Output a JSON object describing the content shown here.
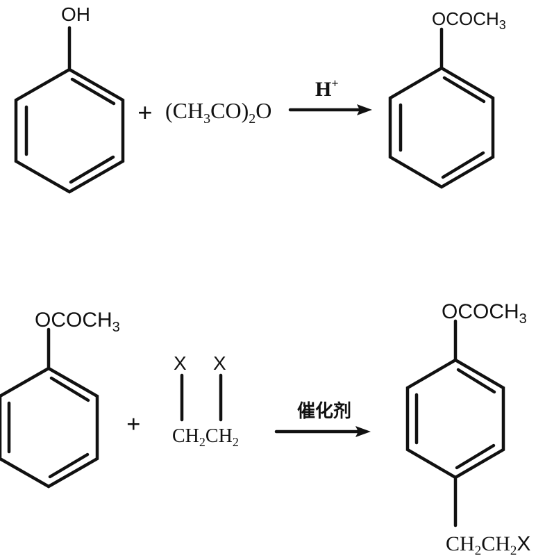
{
  "reactions": [
    {
      "reactant1": {
        "substituent": "OH"
      },
      "plus": "+",
      "reactant2": {
        "formula_parts": [
          "(CH",
          "3",
          "CO)",
          "2",
          "O"
        ]
      },
      "arrow_label": {
        "base": "H",
        "sup": "+"
      },
      "product": {
        "substituent": [
          "OCOCH",
          "3"
        ]
      }
    },
    {
      "reactant1": {
        "substituent": [
          "OCOCH",
          "3"
        ]
      },
      "plus": "+",
      "reactant2": {
        "x_left": "X",
        "x_right": "X",
        "chain_parts": [
          "CH",
          "2",
          "CH",
          "2"
        ]
      },
      "arrow_label": "催化剂",
      "product": {
        "top_substituent": [
          "OCOCH",
          "3"
        ],
        "bottom_substituent_parts": [
          "CH",
          "2",
          "CH",
          "2",
          "X"
        ]
      }
    }
  ]
}
